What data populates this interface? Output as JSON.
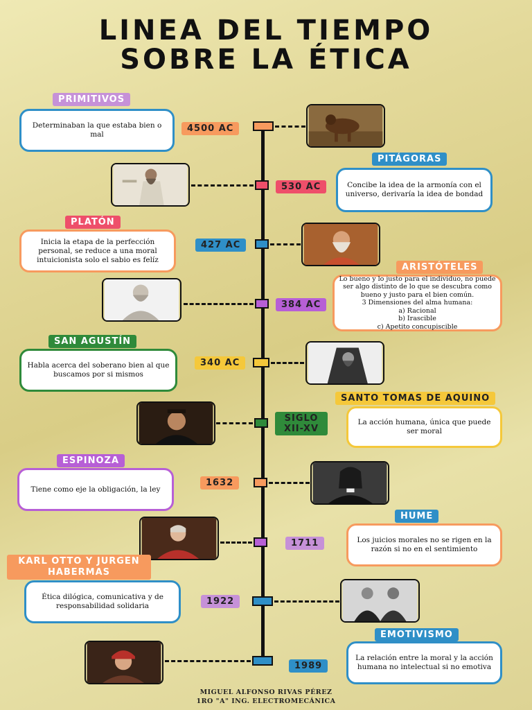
{
  "title": {
    "line1": "LINEA DEL TIEMPO",
    "line2": "SOBRE LA ÉTICA"
  },
  "events": [
    {
      "name": "PRIMITIVOS",
      "date": "4500 AC",
      "text": "Determinaban la que estaba bien o mal",
      "photo_icon": "caveman-photo"
    },
    {
      "name": "PITÁGORAS",
      "date": "530 AC",
      "text": "Concibe la idea de la armonía con el universo, derivaría la idea de bondad",
      "photo_icon": "pythagoras-photo"
    },
    {
      "name": "PLATÓN",
      "date": "427 AC",
      "text": "Inicia la etapa de la perfección personal, se reduce a una moral intuicionista solo el sabio es felíz",
      "photo_icon": "plato-photo"
    },
    {
      "name": "ARISTÓTELES",
      "date": "384 AC",
      "text": "Lo bueno y lo justo para el individuo, no puede ser algo distinto de lo que se descubra como bueno y justo para el bien común.\n3 Dimensiones del alma humana:\na) Racional\nb) Irascible\nc) Apetito concupiscible",
      "photo_icon": "aristotle-photo"
    },
    {
      "name": "SAN AGUSTÍN",
      "date": "340 AC",
      "text": "Habla acerca del soberano bien al que buscamos por si mismos",
      "photo_icon": "augustine-photo"
    },
    {
      "name": "SANTO TOMAS DE AQUINO",
      "date": "SIGLO XII-XV",
      "text": "La acción humana, única que puede ser moral",
      "photo_icon": "aquinas-photo"
    },
    {
      "name": "ESPINOZA",
      "date": "1632",
      "text": "Tiene como eje la obligación, la ley",
      "photo_icon": "spinoza-photo"
    },
    {
      "name": "HUME",
      "date": "1711",
      "text": "Los juicios morales no se rigen en la razón si no en el sentimiento",
      "photo_icon": "hume-photo"
    },
    {
      "name": "KARL OTTO Y JURGEN HABERMAS",
      "date": "1922",
      "text": "Ética dilógica, comunicativa y de responsabilidad solidaria",
      "photo_icon": "habermas-photo"
    },
    {
      "name": "EMOTIVISMO",
      "date": "1989",
      "text": "La relación entre la moral y la acción humana no intelectual si no emotiva",
      "photo_icon": "emotivism-photo"
    }
  ],
  "footer": {
    "author": "MIGUEL ALFONSO RIVAS PÉREZ",
    "group": "1RO \"A\" ING. ELECTROMECÁNICA"
  },
  "colors": {
    "orange": "#f79a5e",
    "red": "#ee4f6a",
    "blue": "#2f8fc7",
    "purple": "#b75fd6",
    "yellow": "#f5c83a",
    "green": "#2f8a3a",
    "lavender": "#c691d8"
  }
}
